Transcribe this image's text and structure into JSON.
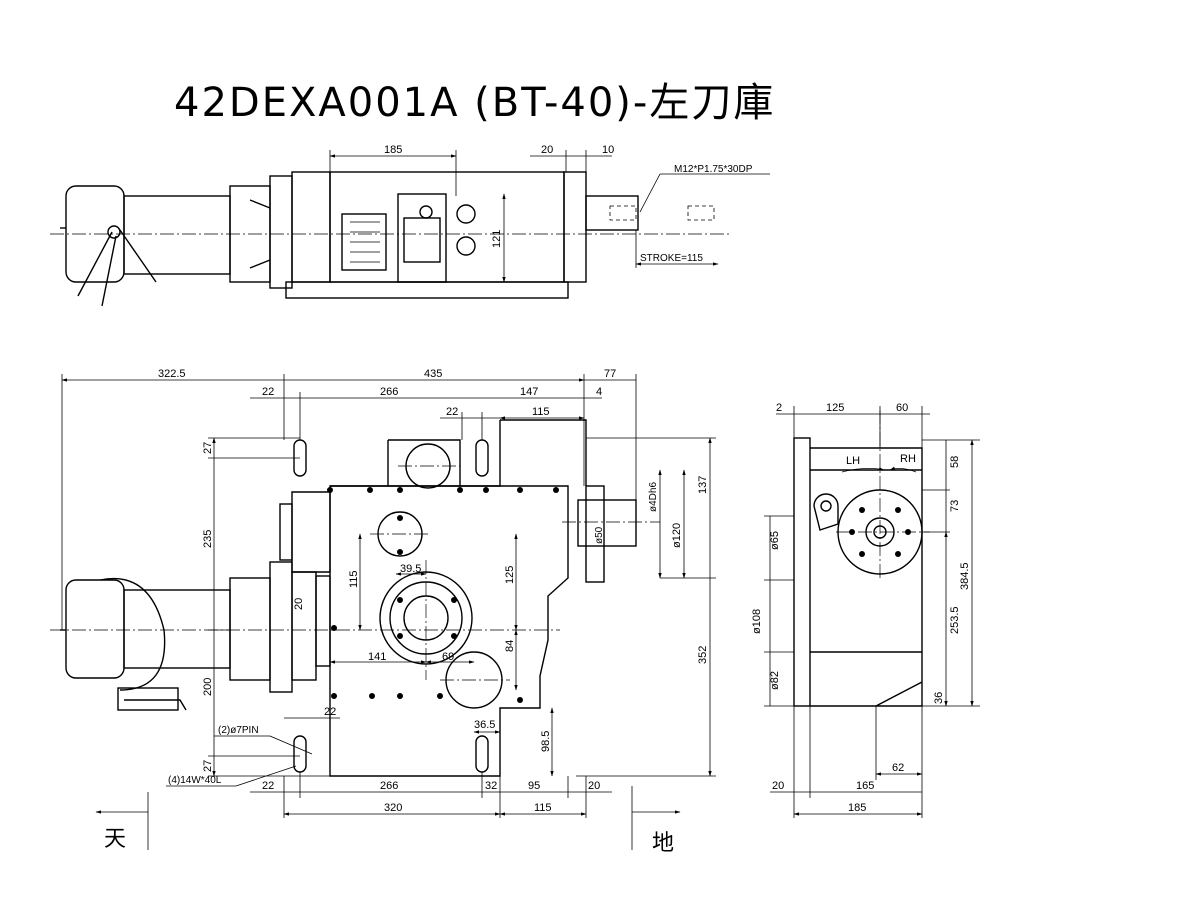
{
  "title": "42DEXA001A (BT-40)-左刀庫",
  "top_view": {
    "dims": [
      "185",
      "20",
      "10",
      "121"
    ],
    "notes": [
      "M12*P1.75*30DP",
      "STROKE=115"
    ]
  },
  "front_view": {
    "dims_top": [
      "322.5",
      "435",
      "77",
      "22",
      "266",
      "147",
      "4",
      "22",
      "115"
    ],
    "dims_left": [
      "27",
      "235",
      "200",
      "27"
    ],
    "dims_inner": [
      "115",
      "20",
      "39.5",
      "125",
      "141",
      "69",
      "84",
      "36.5",
      "98.5",
      "22"
    ],
    "dims_right": [
      "137",
      "352",
      "ø4Dh6",
      "ø120",
      "ø50"
    ],
    "dims_bottom": [
      "22",
      "266",
      "32",
      "95",
      "20",
      "320",
      "115"
    ],
    "notes": [
      "(2)ø7PIN",
      "(4)14W*40L"
    ],
    "direction_left": "天",
    "direction_right": "地"
  },
  "side_view": {
    "dims_top": [
      "2",
      "125",
      "60"
    ],
    "dims_right": [
      "58",
      "73",
      "384.5",
      "253.5",
      "36"
    ],
    "dims_left": [
      "ø65",
      "ø108",
      "ø82"
    ],
    "dims_bottom": [
      "62",
      "20",
      "165",
      "185"
    ],
    "rotation_labels": [
      "LH",
      "RH"
    ]
  }
}
